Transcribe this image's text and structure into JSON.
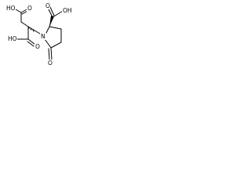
{
  "molecule": {
    "labels": {
      "ho_top_left": "HO",
      "o_top_left": "O",
      "o_top_right": "O",
      "oh_top_right": "OH",
      "ho_mid_left": "HO",
      "n_ring": "N",
      "o_mid": "O",
      "o_ring": "O"
    },
    "stereo": {
      "wedge_bonds": 1,
      "hashed_bonds": 1
    },
    "colors": {
      "ink": "#000000",
      "background": "#ffffff"
    }
  }
}
